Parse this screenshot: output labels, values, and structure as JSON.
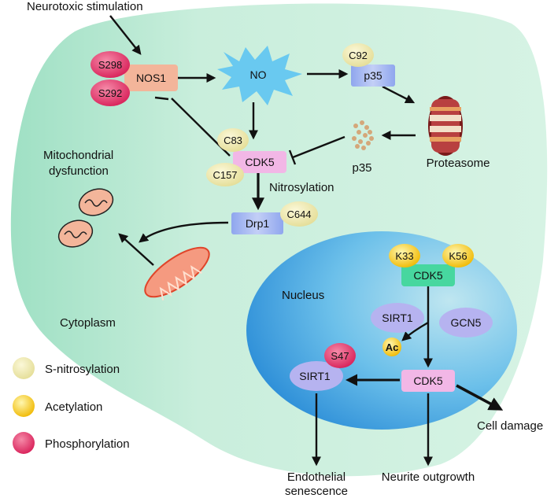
{
  "colors": {
    "cell": "#c9eedc",
    "nucleus_light": "#9fd8ea",
    "nucleus_dark": "#3aa0e0",
    "nitrosylation": "#f0eba8",
    "acetylation": "#f2c200",
    "phosphorylation": "#e2336a",
    "nos1_box": "#f3b59a",
    "protein_box": "#a9b8f0",
    "cdk5_box": "#f2b7e6",
    "cdk5_nucleus_box": "#47d79f",
    "sirt1": "#b6b3f0",
    "no_burst": "#69c9f0"
  },
  "labels": {
    "neurotoxic": "Neurotoxic stimulation",
    "mito_dysfunction_1": "Mitochondrial",
    "mito_dysfunction_2": "dysfunction",
    "nitrosylation": "Nitrosylation",
    "cytoplasm": "Cytoplasm",
    "nucleus": "Nucleus",
    "proteasome": "Proteasome",
    "p35_degraded": "p35",
    "cell_damage": "Cell damage",
    "neurite": "Neurite outgrowth",
    "endothelial_1": "Endothelial",
    "endothelial_2": "senescence"
  },
  "nodes": {
    "nos1": "NOS1",
    "no": "NO",
    "p35": "p35",
    "cdk5_cyto": "CDK5",
    "drp1": "Drp1",
    "cdk5_nuc_top": "CDK5",
    "sirt1_nuc": "SIRT1",
    "gcn5": "GCN5",
    "cdk5_nuc_bottom": "CDK5",
    "sirt1_out": "SIRT1",
    "ac": "Ac"
  },
  "badges": {
    "s298": "S298",
    "s292": "S292",
    "c92": "C92",
    "c83": "C83",
    "c157": "C157",
    "c644": "C644",
    "k33": "K33",
    "k56": "K56",
    "s47": "S47"
  },
  "legend": [
    {
      "label": "S-nitrosylation",
      "color_key": "nitrosylation"
    },
    {
      "label": "Acetylation",
      "color_key": "acetylation"
    },
    {
      "label": "Phosphorylation",
      "color_key": "phosphorylation"
    }
  ]
}
